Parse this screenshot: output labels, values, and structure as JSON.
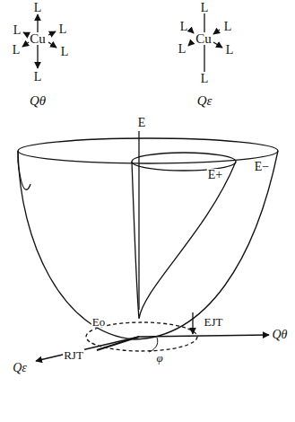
{
  "diagram": {
    "labels": [
      "L",
      "L",
      "L",
      "Cu",
      "L",
      "L",
      "L",
      "Qθ",
      "L",
      "L",
      "L",
      "Cu",
      "L",
      "L",
      "L",
      "Qε",
      "E",
      "E+",
      "E−",
      "Eo",
      "EJT",
      "RJT",
      "φ",
      "Qθ",
      "Qε"
    ]
  }
}
